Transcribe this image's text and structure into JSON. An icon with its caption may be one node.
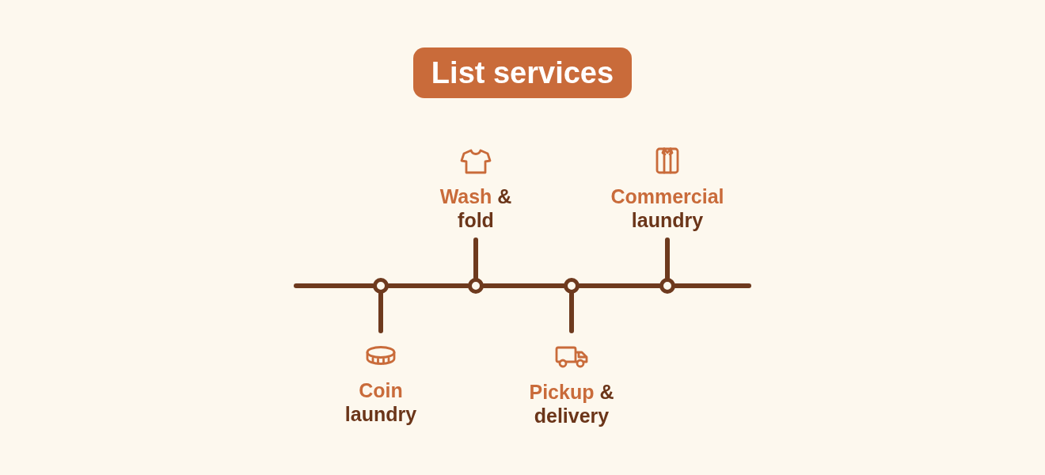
{
  "diagram": {
    "title": "List services",
    "nodes": [
      {
        "text": [
          "Coin laundry"
        ]
      },
      {
        "text": [
          "Wash & fold"
        ]
      },
      {
        "text": [
          "Pickup & delivery"
        ]
      },
      {
        "text": [
          "Commercial laundry"
        ]
      },
      {
        "text": [],
        "shape": "circle"
      },
      {
        "text": [],
        "shape": "circle"
      },
      {
        "text": [],
        "shape": "circle"
      },
      {
        "text": [],
        "shape": "circle"
      }
    ],
    "edges": [
      {
        "from": null,
        "to": 4,
        "arrow": "none"
      },
      {
        "from": 4,
        "to": 5,
        "arrow": "none"
      },
      {
        "from": 5,
        "to": 6,
        "arrow": "none"
      },
      {
        "from": 6,
        "to": 7,
        "arrow": "none"
      },
      {
        "from": 7,
        "to": null,
        "arrow": "none"
      },
      {
        "from": 4,
        "to": 0,
        "arrow": "none"
      },
      {
        "from": 5,
        "to": 1,
        "arrow": "none"
      },
      {
        "from": 6,
        "to": 2,
        "arrow": "none"
      },
      {
        "from": 7,
        "to": 3,
        "arrow": "none"
      }
    ]
  }
}
